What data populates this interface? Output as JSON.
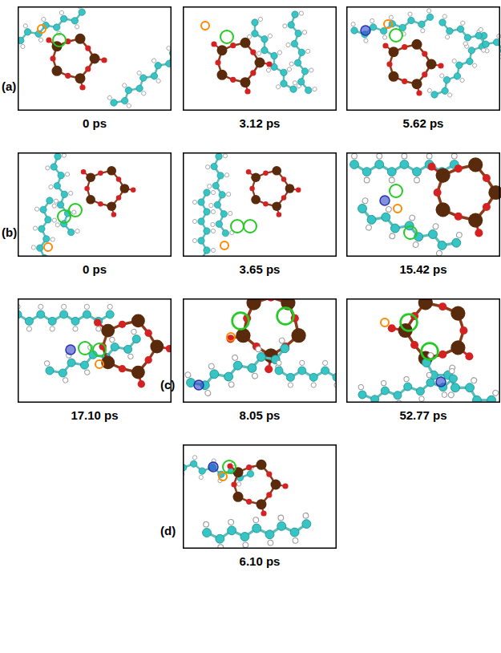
{
  "diagram": {
    "labels": [
      "(a)",
      "0 ps",
      "3.12 ps",
      "5.62 ps",
      "(b)",
      "0 ps",
      "3.65 ps",
      "15.42 ps",
      "17.10 ps",
      "(c)",
      "8.05 ps",
      "52.77 ps",
      "(d)",
      "6.10 ps"
    ]
  }
}
